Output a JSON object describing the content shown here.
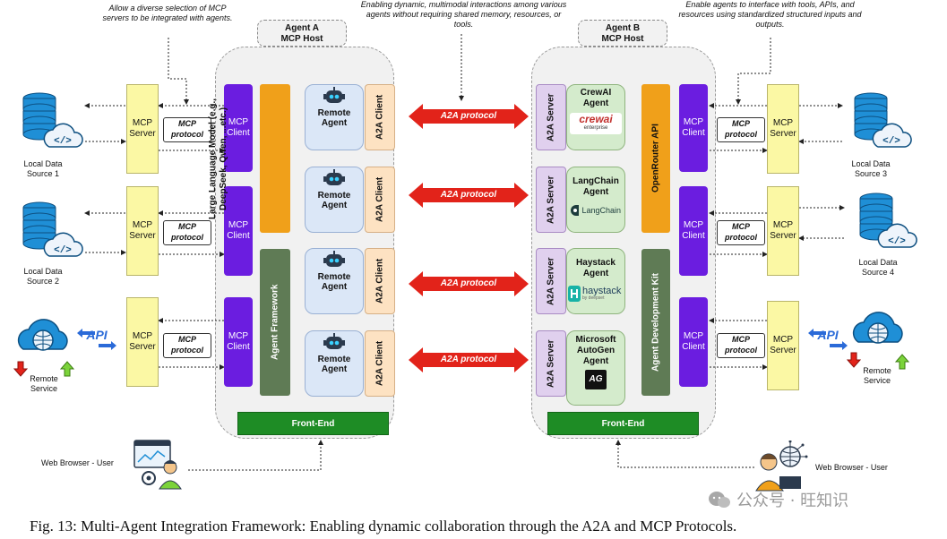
{
  "notes": {
    "left": "Allow a diverse selection of MCP servers to be integrated with agents.",
    "center": "Enabling dynamic, multimodal interactions among various agents without requiring shared memory, resources, or tools.",
    "right": "Enable agents to interface with tools, APIs, and resources using standardized structured inputs and outputs."
  },
  "hosts": {
    "a_line1": "Agent A",
    "a_line2": "MCP Host",
    "b_line1": "Agent B",
    "b_line2": "MCP Host"
  },
  "mcp": {
    "server_line1": "MCP",
    "server_line2": "Server",
    "client_line1": "MCP",
    "client_line2": "Client",
    "protocol_line1": "MCP",
    "protocol_line2": "protocol"
  },
  "left_a": {
    "llm": "Large Language Model (e.g., DeepSeek, Qwen, ...etc.)",
    "framework": "Agent Framework",
    "remote_line1": "Remote",
    "remote_line2": "Agent",
    "a2a_client": "A2A Client",
    "frontend": "Front-End"
  },
  "a2a_protocol": "A2A protocol",
  "right_b": {
    "a2a_server": "A2A Server",
    "openrouter": "OpenRouter API",
    "adk": "Agent Development Kit",
    "frontend": "Front-End",
    "agents": [
      {
        "line1": "CrewAI",
        "line2": "Agent",
        "line3": "",
        "logo": "crewai",
        "logo_sub": "enterprise"
      },
      {
        "line1": "LangChain",
        "line2": "Agent",
        "line3": "",
        "logo": "LangChain",
        "logo_sub": ""
      },
      {
        "line1": "Haystack",
        "line2": "Agent",
        "line3": "",
        "logo": "haystack",
        "logo_sub": "by deepset"
      },
      {
        "line1": "Microsoft",
        "line2": "AutoGen",
        "line3": "Agent",
        "logo": "AG",
        "logo_sub": ""
      }
    ]
  },
  "sources": {
    "ls1_line1": "Local Data",
    "ls1_line2": "Source 1",
    "ls2_line1": "Local Data",
    "ls2_line2": "Source 2",
    "ls3_line1": "Local Data",
    "ls3_line2": "Source 3",
    "ls4_line1": "Local Data",
    "ls4_line2": "Source 4",
    "rs_line1": "Remote",
    "rs_line2": "Service",
    "api": "API"
  },
  "web_user": "Web Browser - User",
  "watermark": "公众号 · 旺知识",
  "caption": "Fig. 13: Multi-Agent Integration Framework: Enabling dynamic collaboration through the A2A and MCP Protocols.",
  "colors": {
    "mcp_client": "#6b1de0",
    "mcp_server": "#fbf8a4",
    "llm": "#f0a01a",
    "framework": "#5f7b55",
    "frontend": "#1e8c25",
    "a2a_arrow": "#e2231a"
  }
}
